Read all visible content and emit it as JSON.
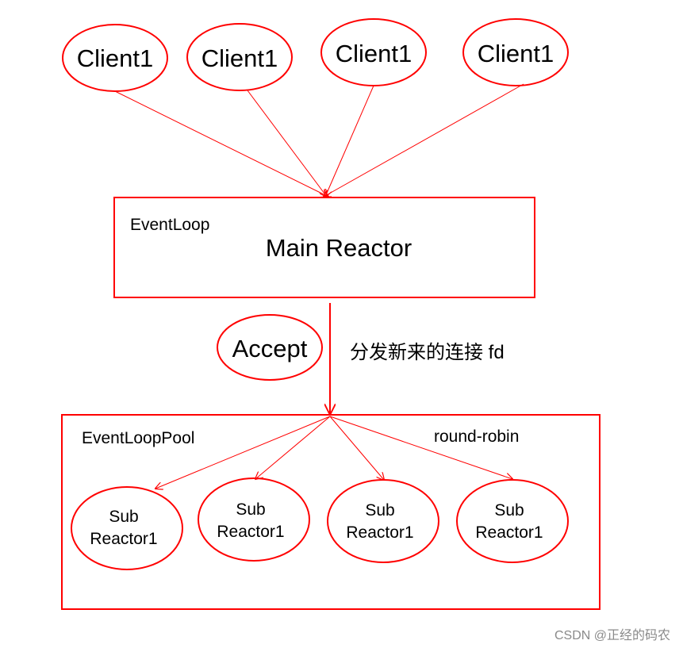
{
  "clients": [
    {
      "label": "Client1"
    },
    {
      "label": "Client1"
    },
    {
      "label": "Client1"
    },
    {
      "label": "Client1"
    }
  ],
  "main_reactor": {
    "tag": "EventLoop",
    "title": "Main Reactor"
  },
  "accept": {
    "label": "Accept"
  },
  "dispatch": {
    "label": "分发新来的连接 fd"
  },
  "pool": {
    "tag": "EventLoopPool",
    "strategy": "round-robin"
  },
  "sub_reactors": [
    {
      "line1": "Sub",
      "line2": "Reactor1"
    },
    {
      "line1": "Sub",
      "line2": "Reactor1"
    },
    {
      "line1": "Sub",
      "line2": "Reactor1"
    },
    {
      "line1": "Sub",
      "line2": "Reactor1"
    }
  ],
  "watermark": "CSDN @正经的码农",
  "colors": {
    "stroke": "#ff0000",
    "text": "#000000",
    "watermark": "#8a8a8a"
  }
}
